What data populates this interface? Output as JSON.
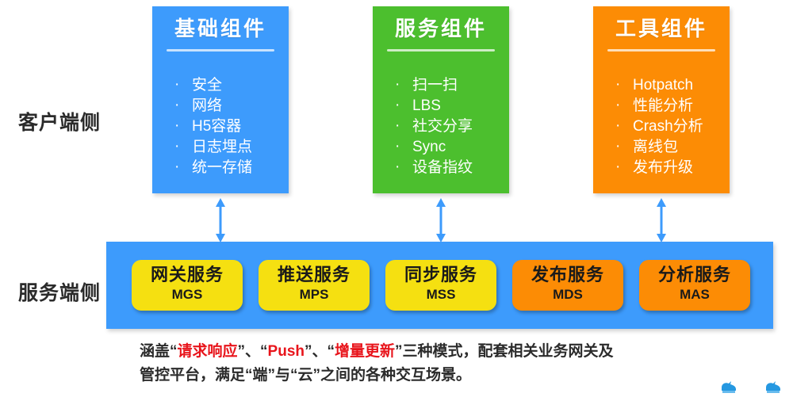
{
  "sides": {
    "client_label": "客户端侧",
    "server_label": "服务端侧"
  },
  "colors": {
    "blue": "#3d9bfc",
    "green": "#4cbf2e",
    "orange": "#fc8c05",
    "yellow": "#f5e011",
    "highlight_red": "#e8141b",
    "text_dark": "#2b2b2b"
  },
  "cards": [
    {
      "title": "基础组件",
      "color": "#3d9bfc",
      "items": [
        "安全",
        "网络",
        "H5容器",
        "日志埋点",
        "统一存储"
      ]
    },
    {
      "title": "服务组件",
      "color": "#4cbf2e",
      "items": [
        "扫一扫",
        "LBS",
        "社交分享",
        "Sync",
        "设备指纹"
      ]
    },
    {
      "title": "工具组件",
      "color": "#fc8c05",
      "items": [
        "Hotpatch",
        "性能分析",
        "Crash分析",
        "离线包",
        "发布升级"
      ]
    }
  ],
  "bullet": "·",
  "services": [
    {
      "name": "网关服务",
      "abbr": "MGS",
      "color": "yellow"
    },
    {
      "name": "推送服务",
      "abbr": "MPS",
      "color": "yellow"
    },
    {
      "name": "同步服务",
      "abbr": "MSS",
      "color": "yellow"
    },
    {
      "name": "发布服务",
      "abbr": "MDS",
      "color": "orange"
    },
    {
      "name": "分析服务",
      "abbr": "MAS",
      "color": "orange"
    }
  ],
  "caption": {
    "line1": {
      "p1": "涵盖“",
      "hl1": "请求响应",
      "p2": "”、“",
      "hl2": "Push",
      "p3": "”、“",
      "hl3": "增量更新",
      "p4": "”三种模式，配套相关业务网关及"
    },
    "line2": "管控平台，满足“端”与“云”之间的各种交互场景。"
  },
  "watermark": {
    "glyph_name": "bird-logo",
    "count": 2
  }
}
